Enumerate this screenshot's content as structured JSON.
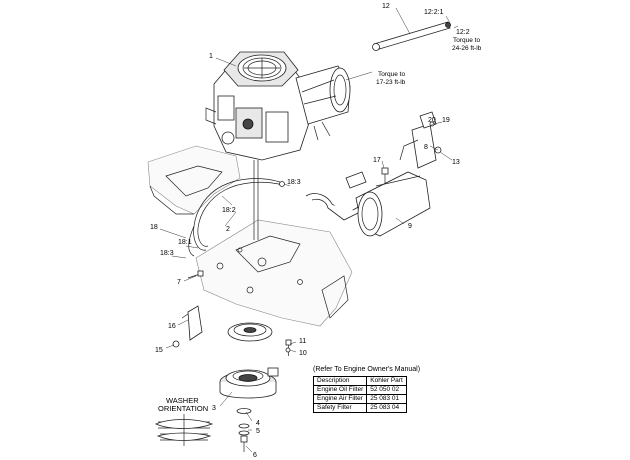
{
  "callouts": {
    "c1": "1",
    "c2": "2",
    "c3": "3",
    "c4": "4",
    "c5": "5",
    "c6": "6",
    "c7": "7",
    "c8": "8",
    "c9": "9",
    "c10": "10",
    "c11": "11",
    "c12": "12",
    "c13": "13",
    "c15": "15",
    "c16": "16",
    "c17": "17",
    "c18": "18",
    "c181": "18:1",
    "c182": "18:2",
    "c183a": "18:3",
    "c183b": "18:3",
    "c19": "19",
    "c20": "20",
    "c121": "12:2:1",
    "c122": "12:2"
  },
  "notes": {
    "torque_a_line1": "Torque to",
    "torque_a_line2": "24-26 ft-lb",
    "torque_b_line1": "Torque to",
    "torque_b_line2": "17-23 ft-lb",
    "washer_line1": "WASHER",
    "washer_line2": "ORIENTATION"
  },
  "filter_table": {
    "title": "(Refer To Engine Owner's Manual)",
    "headers": [
      "Description",
      "Kohler Part"
    ],
    "rows": [
      [
        "Engine Oil Filter",
        "52 050 02"
      ],
      [
        "Engine Air Filter",
        "25 083 01"
      ],
      [
        "Safety Filter",
        "25 083 04"
      ]
    ]
  }
}
